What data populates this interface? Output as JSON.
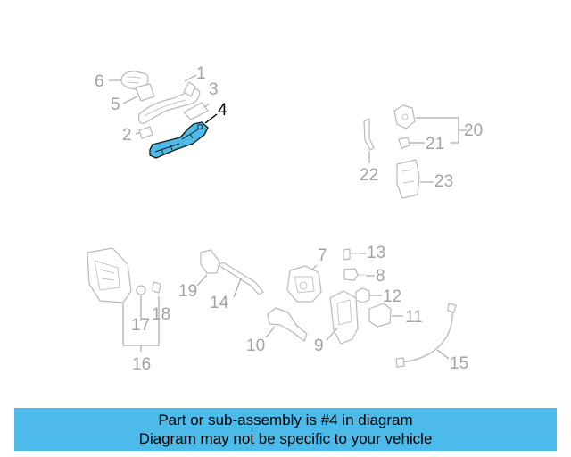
{
  "colors": {
    "highlight": "#4dbbe9",
    "part_outline": "#b9b9b9",
    "label_gray": "#a3a3a3",
    "banner_bg": "#4dbbe9"
  },
  "callouts": {
    "n1": "1",
    "n2": "2",
    "n3": "3",
    "n4": "4",
    "n5": "5",
    "n6": "6",
    "n7": "7",
    "n8": "8",
    "n9": "9",
    "n10": "10",
    "n11": "11",
    "n12": "12",
    "n13": "13",
    "n14": "14",
    "n15": "15",
    "n16": "16",
    "n17": "17",
    "n18": "18",
    "n19": "19",
    "n20": "20",
    "n21": "21",
    "n22": "22",
    "n23": "23"
  },
  "highlighted_part": "4",
  "banner": {
    "line1": "Part or sub-assembly is #4 in diagram",
    "line2": "Diagram may not be specific to your vehicle"
  }
}
